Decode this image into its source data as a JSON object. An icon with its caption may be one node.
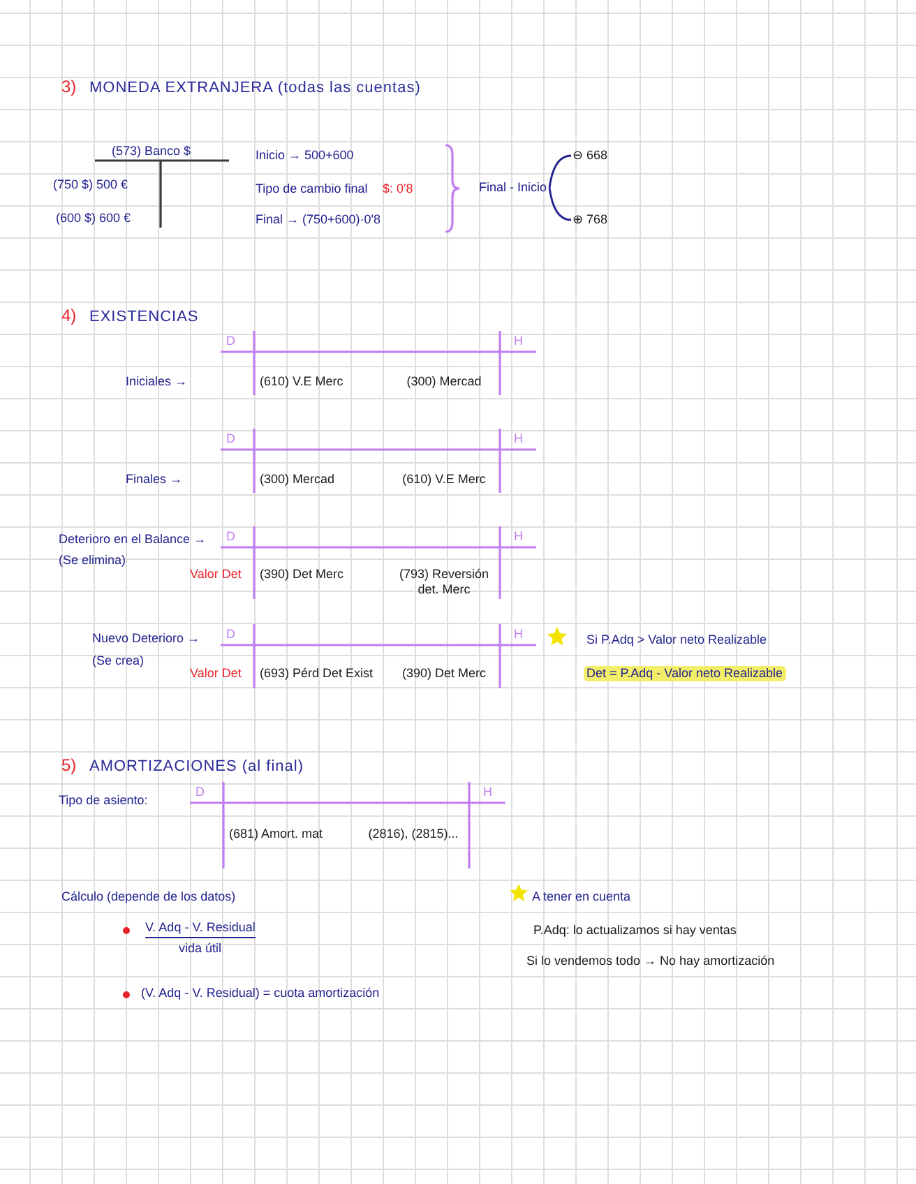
{
  "diagram": {
    "nodes": [
      {
        "text": [
          "(573) Banco $",
          "(750 $) 500 €",
          "(600 $) 600 €"
        ]
      },
      {
        "text": [
          "Final - Inicio"
        ]
      },
      {
        "text": [
          "⊖ 668"
        ]
      },
      {
        "text": [
          "⊕ 768"
        ]
      },
      {
        "text": [
          "D",
          "H",
          "(610) V.E Merc",
          "(300) Mercad"
        ]
      },
      {
        "text": [
          "D",
          "H",
          "(300) Mercad",
          "(610) V.E Merc"
        ]
      },
      {
        "text": [
          "D",
          "H",
          "(390) Det Merc",
          "(793) Reversión det. Merc"
        ]
      },
      {
        "text": [
          "D",
          "H",
          "(693) Pérd Det Exist",
          "(390) Det Merc"
        ]
      },
      {
        "text": [
          "D",
          "H",
          "(681) Amort. mat",
          "(2816), (2815)..."
        ]
      }
    ],
    "edges": [
      {
        "from": 1,
        "to": 2,
        "arrow": "none"
      },
      {
        "from": 1,
        "to": 3,
        "arrow": "none"
      }
    ],
    "labels": [
      "3)",
      "MONEDA EXTRANJERA (todas las cuentas)",
      "Inicio → 500+600",
      "Tipo de cambio final",
      "$: 0'8",
      "Final → (750+600)·0'8",
      "4)",
      "EXISTENCIAS",
      "Iniciales →",
      "Finales →",
      "Deterioro en el Balance →",
      "(Se elimina)",
      "Valor Det",
      "Nuevo Deterioro →",
      "(Se crea)",
      "Valor Det",
      "Si P.Adq > Valor neto Realizable",
      "Det = P.Adq - Valor neto Realizable",
      "5)",
      "AMORTIZACIONES (al final)",
      "Tipo de asiento:",
      "Cálculo (depende de los datos)",
      "A tener en cuenta",
      "V. Adq - V. Residual",
      "P.Adq: lo actualizamos si hay ventas",
      "vida útil",
      "Si lo vendemos todo → No hay amortización",
      "(V. Adq - V. Residual) = cuota amortización"
    ]
  }
}
